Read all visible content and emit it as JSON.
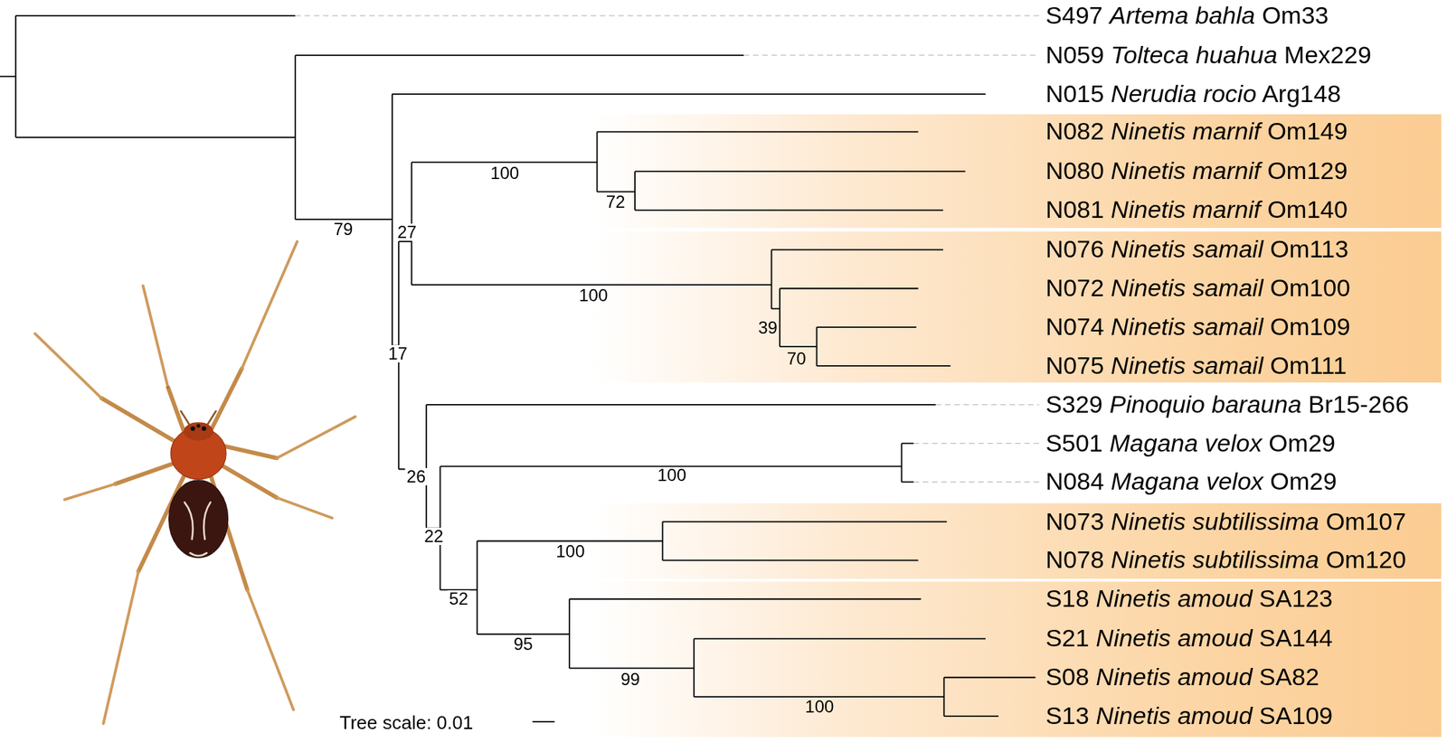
{
  "diagram": {
    "nodes": [
      {
        "text": [
          "N082 Ninetis marnif Om149",
          "N080 Ninetis marnif Om129",
          "N081 Ninetis marnif Om140"
        ]
      },
      {
        "text": [
          "N076 Ninetis samail Om113",
          "N072 Ninetis samail Om100",
          "N074 Ninetis samail Om109",
          "N075 Ninetis samail Om111"
        ]
      },
      {
        "text": [
          "N073 Ninetis subtilissima Om107",
          "N078 Ninetis subtilissima Om120"
        ]
      },
      {
        "text": [
          "S18 Ninetis amoud SA123",
          "S21 Ninetis amoud SA144",
          "S08 Ninetis amoud SA82",
          "S13 Ninetis amoud SA109"
        ]
      }
    ],
    "labels": [
      "S497 Artema bahla Om33",
      "N059 Tolteca huahua Mex229",
      "N015 Nerudia rocio Arg148",
      "S329 Pinoquio barauna Br15-266",
      "S501 Magana velox Om29",
      "N084 Magana velox Om29",
      "100",
      "72",
      "79",
      "27",
      "100",
      "39",
      "17",
      "70",
      "100",
      "26",
      "22",
      "100",
      "52",
      "95",
      "99",
      "100",
      "Tree scale: 0.01"
    ]
  }
}
